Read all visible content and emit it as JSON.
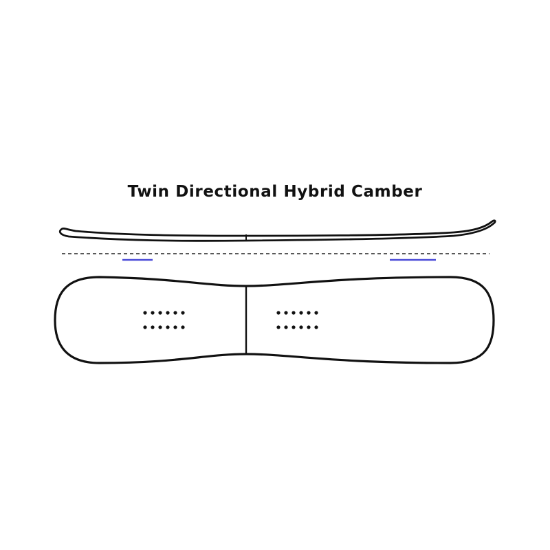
{
  "diagram": {
    "title": "Twin Directional Hybrid Camber",
    "colors": {
      "outline": "#111111",
      "contact_points": "#4a4ad8",
      "background": "#ffffff"
    },
    "insert_pattern": {
      "rows": 2,
      "holes_per_row": 6
    }
  }
}
